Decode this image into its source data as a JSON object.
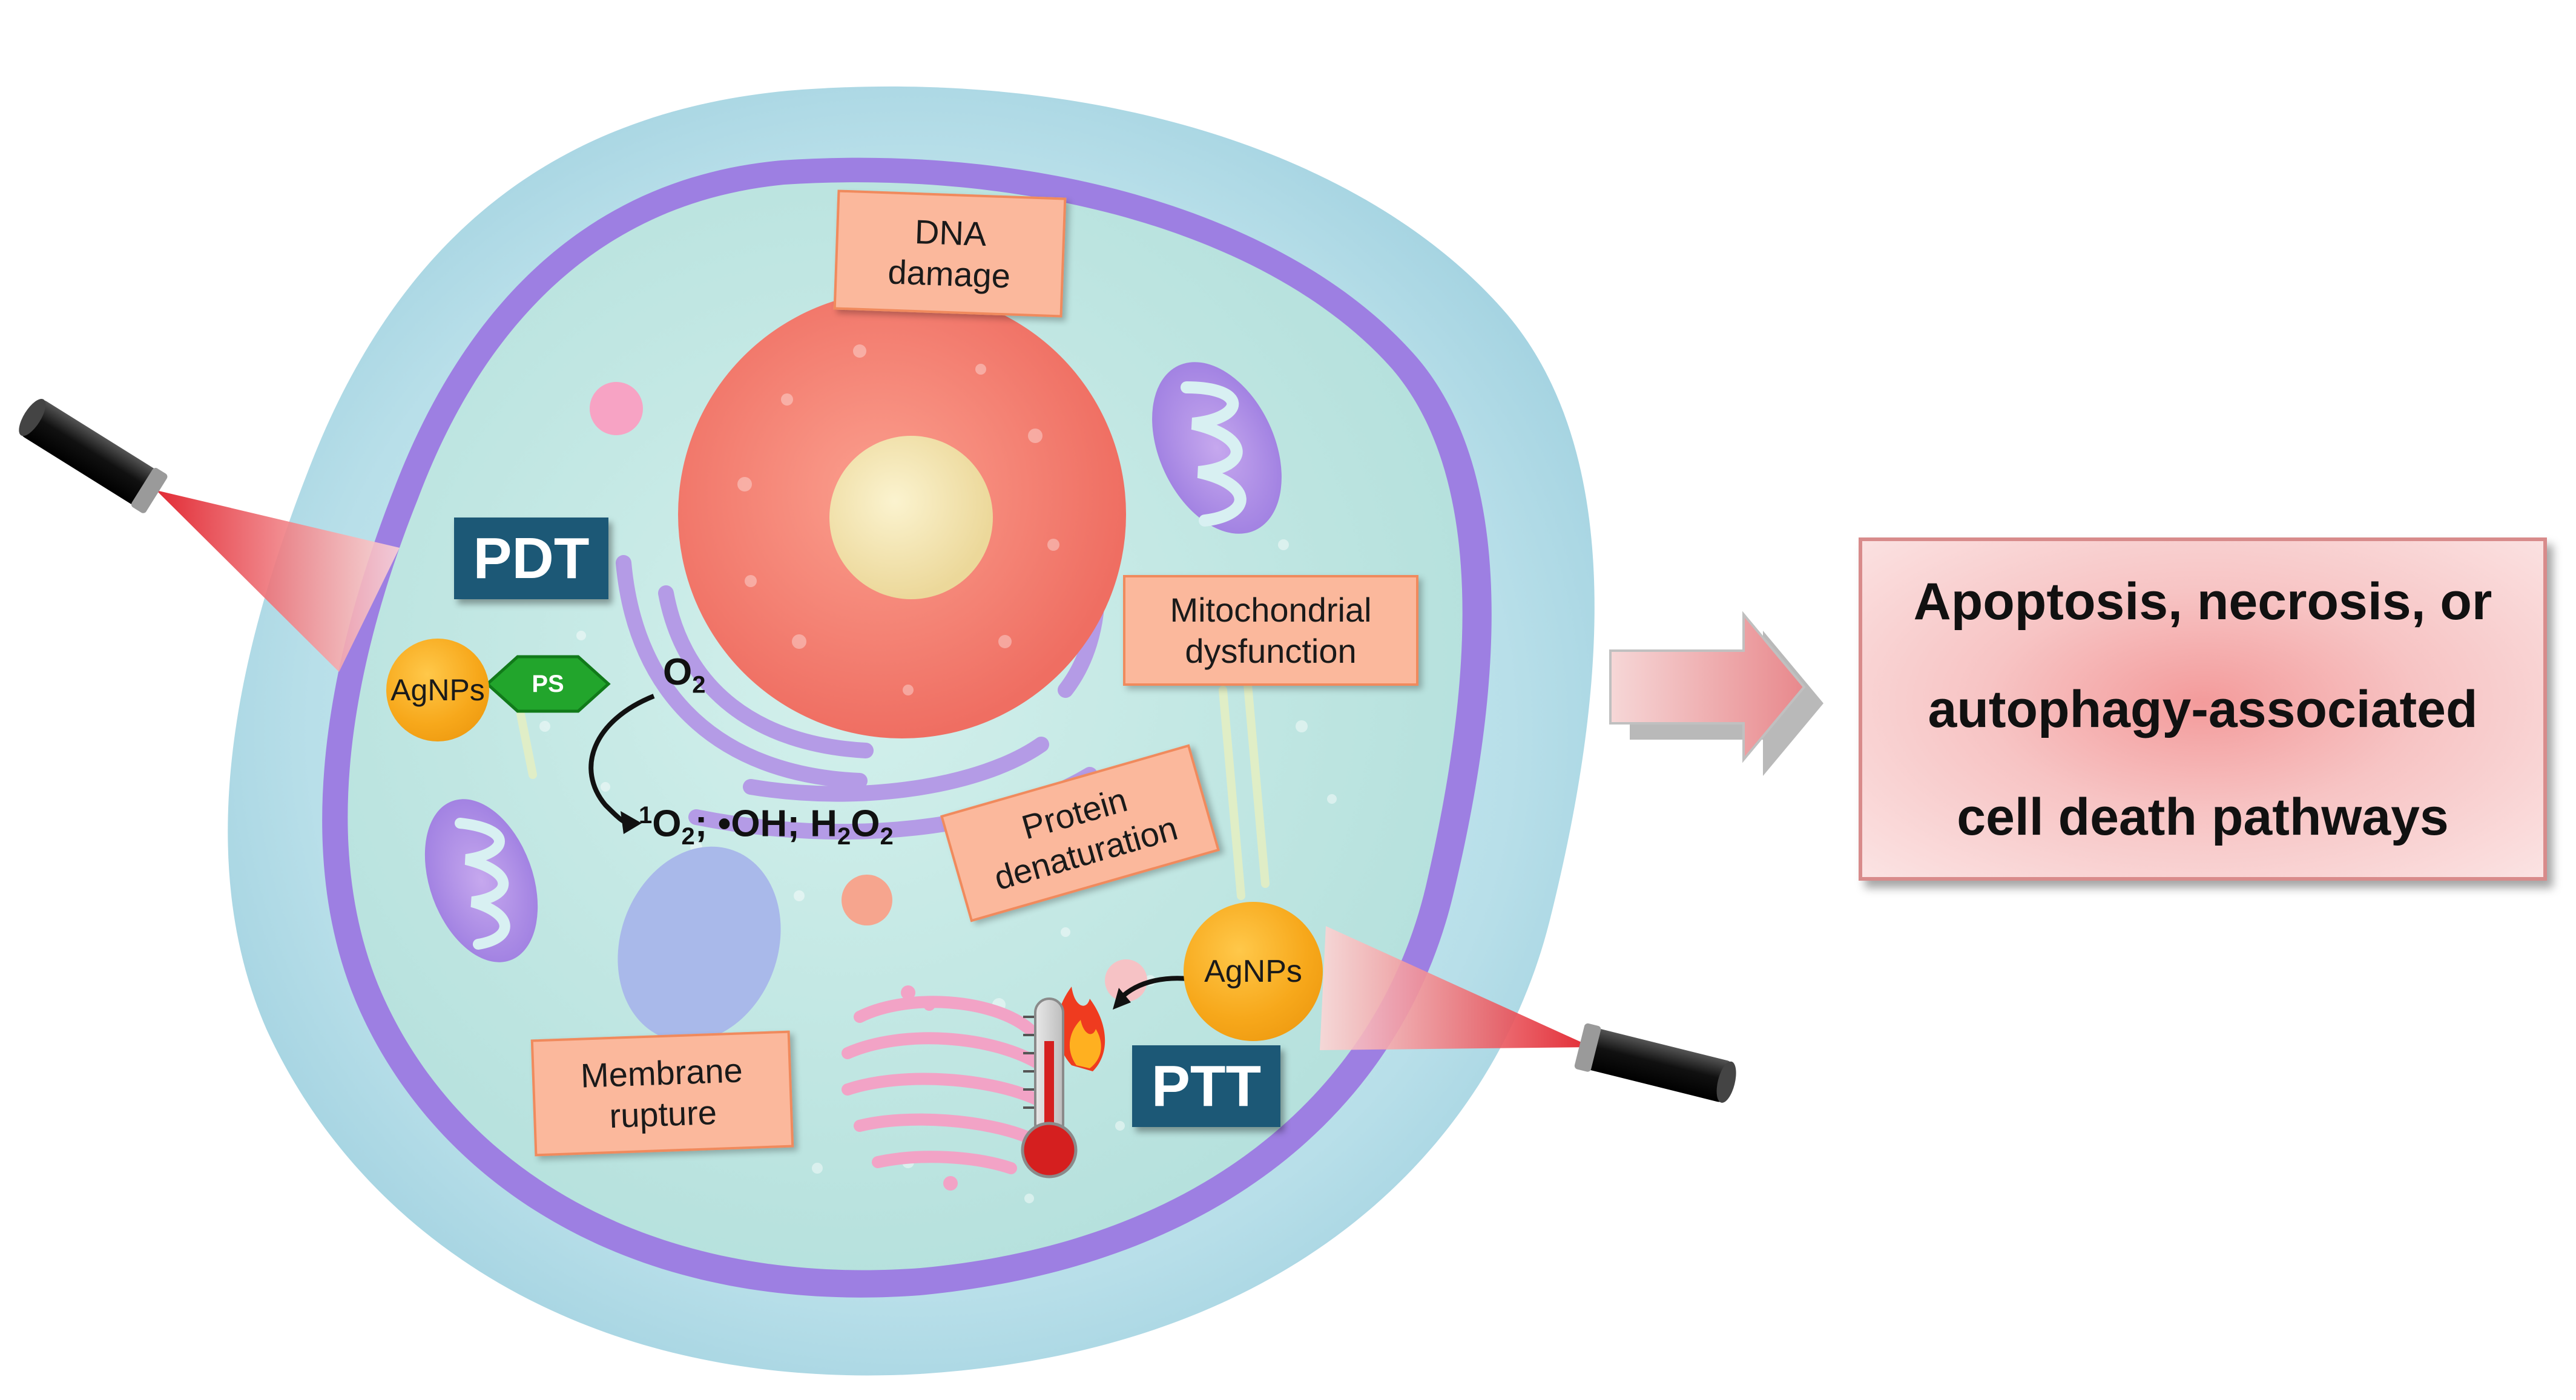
{
  "labels": {
    "dna_damage": [
      "DNA",
      "damage"
    ],
    "mitochondrial_dysfunction": [
      "Mitochondrial",
      "dysfunction"
    ],
    "protein_denaturation": [
      "Protein",
      "denaturation"
    ],
    "membrane_rupture": [
      "Membrane",
      "rupture"
    ]
  },
  "therapies": {
    "pdt": "PDT",
    "ptt": "PTT"
  },
  "nanoparticles": {
    "agnps_left": "AgNPs",
    "agnps_right": "AgNPs",
    "ps": "PS"
  },
  "reaction": {
    "o2": {
      "base": "O",
      "sub": "2"
    },
    "ros": {
      "sup1": "1",
      "o2_base": "O",
      "o2_sub": "2",
      "rest": "; •OH; H",
      "h2_sub": "2",
      "o": "O",
      "o_sub": "2"
    }
  },
  "outcome": [
    "Apoptosis, necrosis, or",
    "autophagy-associated",
    "cell death pathways"
  ],
  "colors": {
    "cell_outer": "#b9e0ea",
    "membrane": "#9b7be0",
    "cytoplasm": "#c8ebe8",
    "nucleus": "#f58a7a",
    "nucleolus": "#f4e7b0",
    "label_fill": "#fbb89c",
    "therapy_tag": "#1c5876",
    "outcome_fill": "#f7c4c4"
  }
}
